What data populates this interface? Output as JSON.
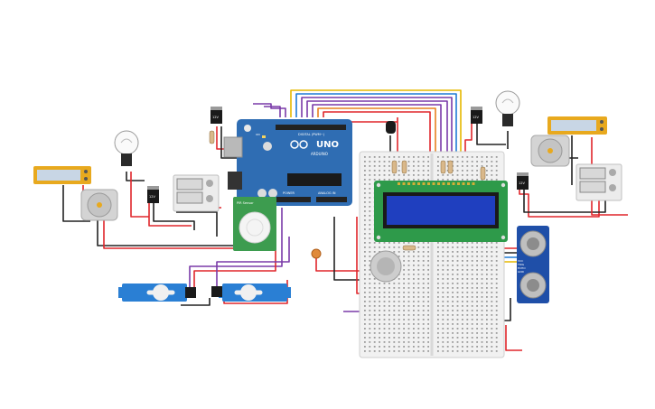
{
  "board": {
    "brand": "UNO",
    "model": "ARDUINO",
    "header_digital": "DIGITAL (PWM~)",
    "header_power": "POWER",
    "header_analog": "ANALOG IN",
    "led_on": "ON"
  },
  "pir": {
    "label": "PIR Sensor"
  },
  "ultrasonic": {
    "pins": [
      "VCC",
      "TRIG",
      "ECHO",
      "GND"
    ]
  },
  "regulators": {
    "label": "12V"
  },
  "colors": {
    "wire_red": "#e0262b",
    "wire_black": "#222222",
    "wire_purple": "#7a3aa8",
    "wire_yellow": "#e6b800",
    "wire_blue": "#1f7bd6",
    "wire_orange": "#e8811f",
    "arduino_blue": "#2f6db3",
    "lcd_green": "#2e9a4a",
    "lcd_screen": "#1f3fbf",
    "servo_blue": "#2a7fd4",
    "ultrasonic_blue": "#1f4fa8"
  }
}
